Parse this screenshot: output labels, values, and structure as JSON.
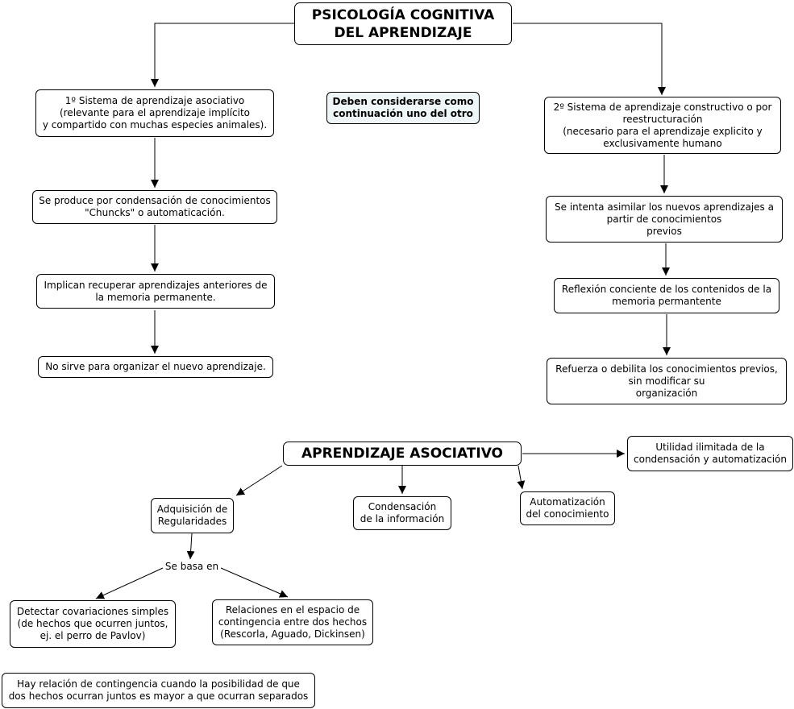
{
  "nodes": {
    "main_title": "PSICOLOGÍA COGNITIVA\nDEL APRENDIZAJE",
    "note": "Deben considerarse como\ncontinuación uno del otro",
    "sys1": "1º Sistema de aprendizaje asociativo\n(relevante para el aprendizaje implícito\ny compartido con muchas especies animales).",
    "sys1_a": "Se produce por condensación de conocimientos\n\"Chuncks\"  o automaticación.",
    "sys1_b": "Implican recuperar aprendizajes anteriores de\nla memoria permanente.",
    "sys1_c": "No sirve para organizar el nuevo aprendizaje.",
    "sys2": "2º Sistema de aprendizaje constructivo o por\nreestructuración\n(necesario para el aprendizaje explicito y\nexclusivamente humano",
    "sys2_a": "Se intenta asimilar los nuevos aprendizajes a\npartir de conocimientos\nprevios",
    "sys2_b": "Reflexión conciente de los contenidos de la\nmemoria permantente",
    "sys2_c": "Refuerza o debilita los conocimientos previos,\nsin modificar su\norganización",
    "assoc_title": "APRENDIZAJE ASOCIATIVO",
    "utilidad": "Utilidad ilimitada de la\ncondensación y automatización",
    "adquisicion": "Adquisición de\nRegularidades",
    "condensacion": "Condensación\nde la información",
    "automatizacion": "Automatización\ndel conocimiento",
    "se_basa": "Se basa en",
    "covariaciones": "Detectar covariaciones simples\n(de hechos que ocurren juntos,\nej. el perro de Pavlov)",
    "relaciones": "Relaciones en el espacio de\ncontingencia entre dos hechos\n(Rescorla, Aguado, Dickinsen)",
    "contingencia": "Hay relación de contingencia cuando la posibilidad de que\ndos hechos ocurran juntos es mayor a que ocurran separados"
  }
}
